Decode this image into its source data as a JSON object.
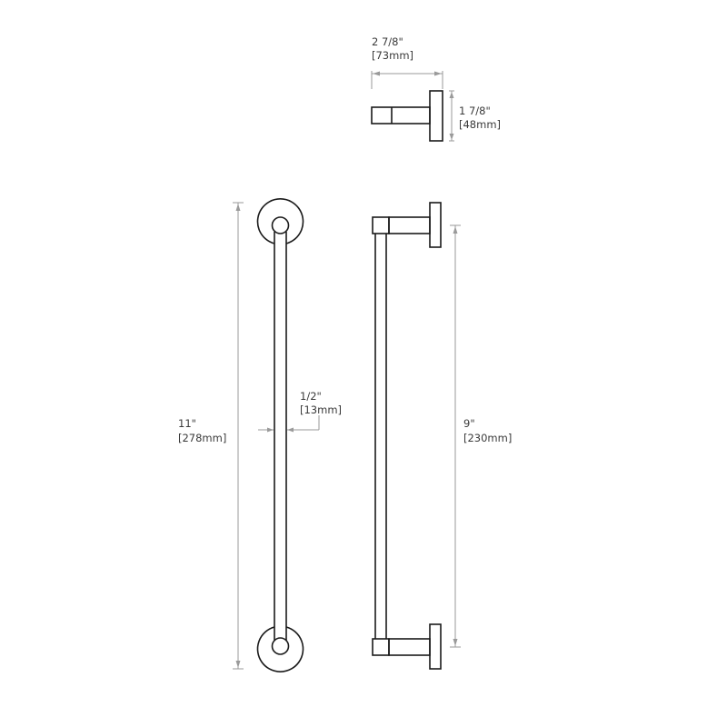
{
  "drawing": {
    "title": "Towel bar dimension drawing",
    "colors": {
      "part_line": "#1a1a1a",
      "dimension_line": "#9a9a9a",
      "label_text": "#3a3a3a",
      "background": "#ffffff"
    },
    "dimensions": {
      "projection": {
        "imperial": "2 7/8\"",
        "metric": "[73mm]"
      },
      "flange_height": {
        "imperial": "1 7/8\"",
        "metric": "[48mm]"
      },
      "overall_length": {
        "imperial": "11\"",
        "metric": "[278mm]"
      },
      "bar_diameter": {
        "imperial": "1/2\"",
        "metric": "[13mm]"
      },
      "bar_span": {
        "imperial": "9\"",
        "metric": "[230mm]"
      }
    },
    "views": [
      "top-view",
      "front-view",
      "side-view"
    ]
  }
}
